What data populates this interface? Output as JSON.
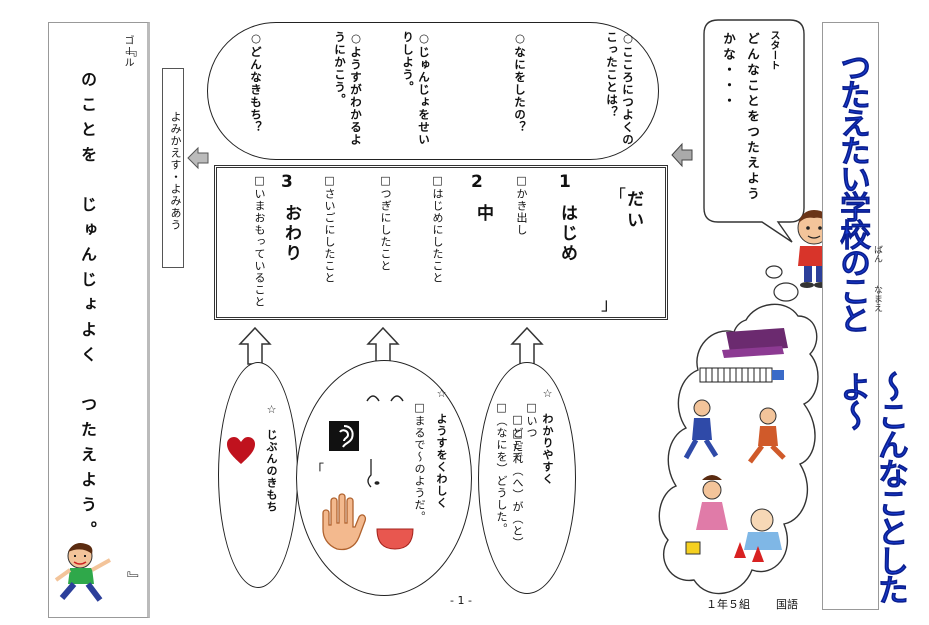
{
  "goal": {
    "label": "ゴール",
    "bracket_open": "『",
    "text": "のことを　じゅんじょよく　つたえよう。",
    "bracket_close": "』"
  },
  "review": {
    "label": "よみかえす・よみあう"
  },
  "questions": [
    "○こころにつよくのこったことは？",
    "○なにをしたの？",
    "○じゅんじょをせいりしよう。",
    "○ようすがわかるようにかこう。",
    "○どんなきもち？"
  ],
  "structure": {
    "title_open": "「",
    "title": "だい",
    "title_close": "」",
    "sections": [
      {
        "number": "1",
        "heading": "はじめ",
        "items": [
          "□かき出し"
        ]
      },
      {
        "number": "2",
        "heading": "中",
        "items": [
          "□はじめにしたこと",
          "□つぎにしたこと",
          "□さいごにしたこと"
        ]
      },
      {
        "number": "3",
        "heading": "おわり",
        "items": [
          "□いまおもっていること"
        ]
      }
    ]
  },
  "ovals": {
    "clear": {
      "title": "☆　わかりやすく",
      "items": [
        "□いつ",
        "□どこで",
        "□だれ（へ）が（と）",
        "□（なにを）どうした。"
      ]
    },
    "detail": {
      "title": "☆　ようすをくわしく",
      "items": [
        "□まるで～のようだ。"
      ]
    },
    "feeling": {
      "title": "☆　じぶんのきもち"
    }
  },
  "face_mark": "「",
  "start": {
    "label": "スタート",
    "text": "どんなことをつたえようかな・・・"
  },
  "title": {
    "main": "つたえたい学校のこと",
    "sub": "～こんなことしたよ～",
    "ruby_ban": "ばん",
    "ruby_namae": "なまえ"
  },
  "footer": {
    "page": "- 1 -",
    "class": "１年５組",
    "subject": "国語"
  },
  "colors": {
    "title": "#1a3fd6",
    "heart": "#c0121e",
    "mouth": "#e8574f"
  }
}
